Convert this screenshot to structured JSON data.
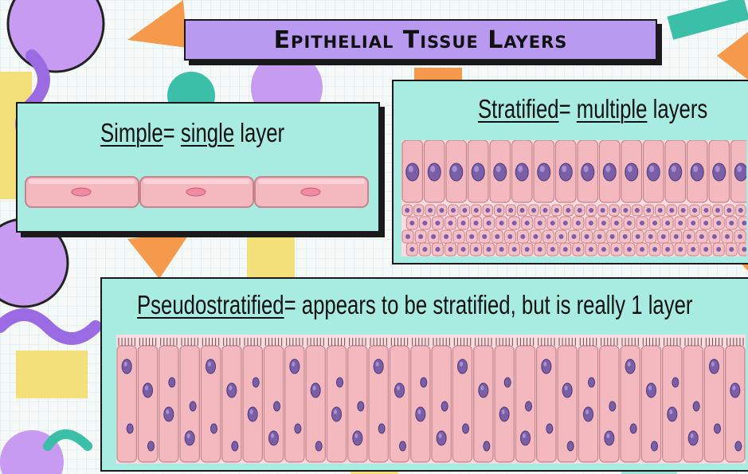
{
  "title": "Epithelial Tissue Layers",
  "simple": {
    "term": "Simple",
    "eq": "= ",
    "word": "single",
    "rest": " layer"
  },
  "stratified": {
    "term": "Stratified",
    "eq": "= ",
    "word": "multiple",
    "rest": " layers"
  },
  "pseudo": {
    "term": "Pseudostratified",
    "rest": "= appears to be stratified, but is really 1 layer"
  },
  "colors": {
    "panel": "#a8ebe0",
    "title_bg": "#b89af0",
    "cell": "#f4b9bf",
    "nucleus": "#7a5fa8"
  }
}
